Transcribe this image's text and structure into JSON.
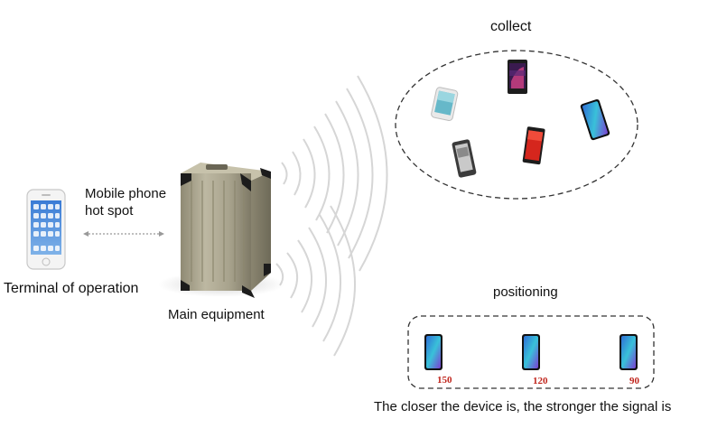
{
  "labels": {
    "collect": "collect",
    "mobile_hotspot_line1": "Mobile phone",
    "mobile_hotspot_line2": "hot spot",
    "terminal": "Terminal of operation",
    "main_equipment": "Main equipment",
    "positioning": "positioning",
    "closer_note": "The closer the device is, the stronger the signal is"
  },
  "positioning_devices": [
    {
      "signal": "150"
    },
    {
      "signal": "120"
    },
    {
      "signal": "90"
    }
  ],
  "colors": {
    "dashed_border": "#333333",
    "signal_number": "#c0261d",
    "case_body": "#a9a48e",
    "wave": "#d4d4d4"
  }
}
